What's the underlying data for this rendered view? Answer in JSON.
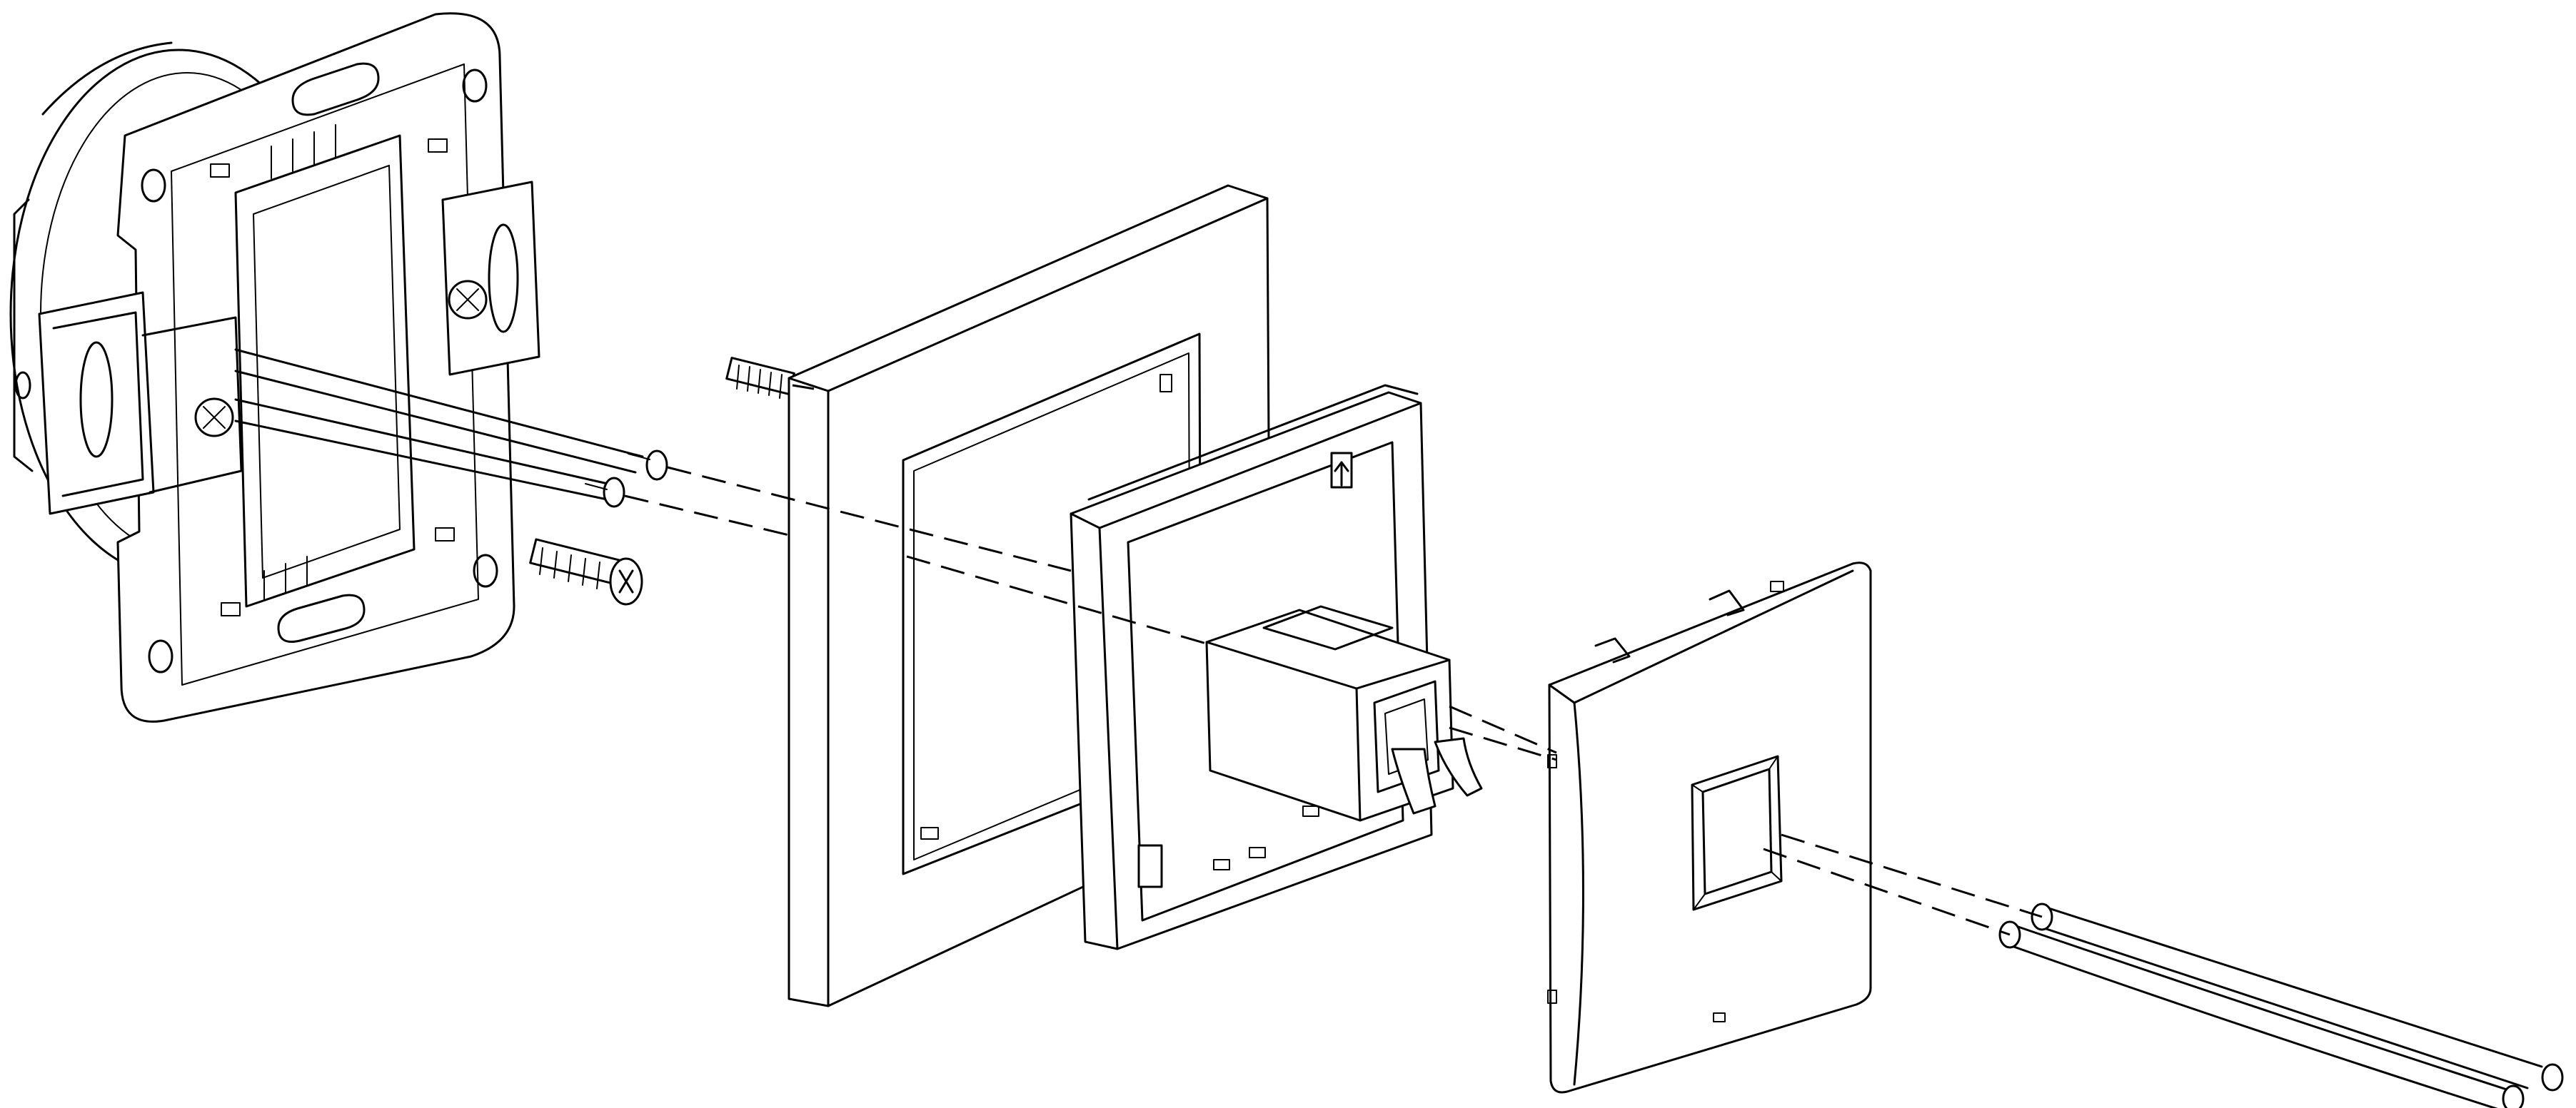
{
  "diagram": {
    "kind": "exploded-assembly-line-drawing",
    "stroke_color": "#000000",
    "background_color": "#ffffff",
    "components": [
      "mounting-box-with-support-frame",
      "fixing-screw-upper",
      "fixing-screw-lower",
      "cover-frame",
      "data-outlet-module",
      "face-plate",
      "data-cable"
    ]
  }
}
